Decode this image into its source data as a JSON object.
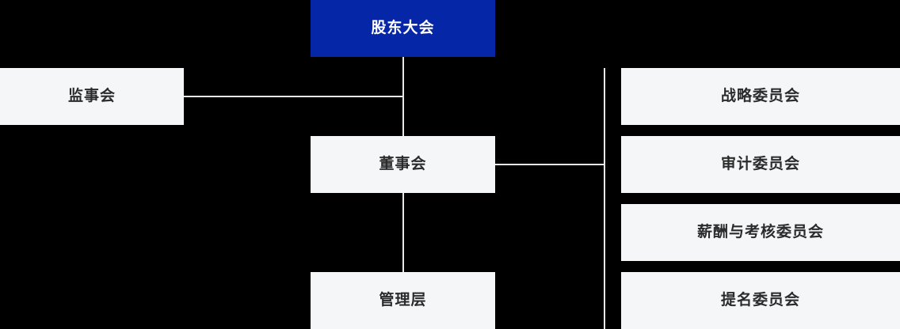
{
  "chart_data": {
    "type": "diagram",
    "subtype": "organization-chart",
    "title": "",
    "orientation": "top-down",
    "colors": {
      "background": "#000000",
      "accent": "#0626a8",
      "node_fill": "#f5f6f8",
      "node_text": "#2b2b2b",
      "accent_text": "#ffffff",
      "connector": "#e8e8e8"
    },
    "nodes": [
      {
        "id": "shareholders",
        "label": "股东大会",
        "level": 1,
        "style": "accent"
      },
      {
        "id": "supervisors",
        "label": "监事会",
        "level": 2,
        "style": "plain"
      },
      {
        "id": "board",
        "label": "董事会",
        "level": 2,
        "style": "plain"
      },
      {
        "id": "management",
        "label": "管理层",
        "level": 3,
        "style": "plain"
      },
      {
        "id": "strategy",
        "label": "战略委员会",
        "level": 3,
        "style": "plain"
      },
      {
        "id": "audit",
        "label": "审计委员会",
        "level": 3,
        "style": "plain"
      },
      {
        "id": "compensation",
        "label": "薪酬与考核委员会",
        "level": 3,
        "style": "plain"
      },
      {
        "id": "nomination",
        "label": "提名委员会",
        "level": 3,
        "style": "plain"
      }
    ],
    "edges": [
      {
        "from": "shareholders",
        "to": "board"
      },
      {
        "from": "shareholders",
        "to": "supervisors"
      },
      {
        "from": "board",
        "to": "management"
      },
      {
        "from": "board",
        "to": "strategy"
      },
      {
        "from": "board",
        "to": "audit"
      },
      {
        "from": "board",
        "to": "compensation"
      },
      {
        "from": "board",
        "to": "nomination"
      }
    ]
  },
  "nodes": {
    "shareholders": {
      "label": "股东大会"
    },
    "supervisors": {
      "label": "监事会"
    },
    "board": {
      "label": "董事会"
    },
    "management": {
      "label": "管理层"
    },
    "strategy": {
      "label": "战略委员会"
    },
    "audit": {
      "label": "审计委员会"
    },
    "compensation": {
      "label": "薪酬与考核委员会"
    },
    "nomination": {
      "label": "提名委员会"
    }
  }
}
